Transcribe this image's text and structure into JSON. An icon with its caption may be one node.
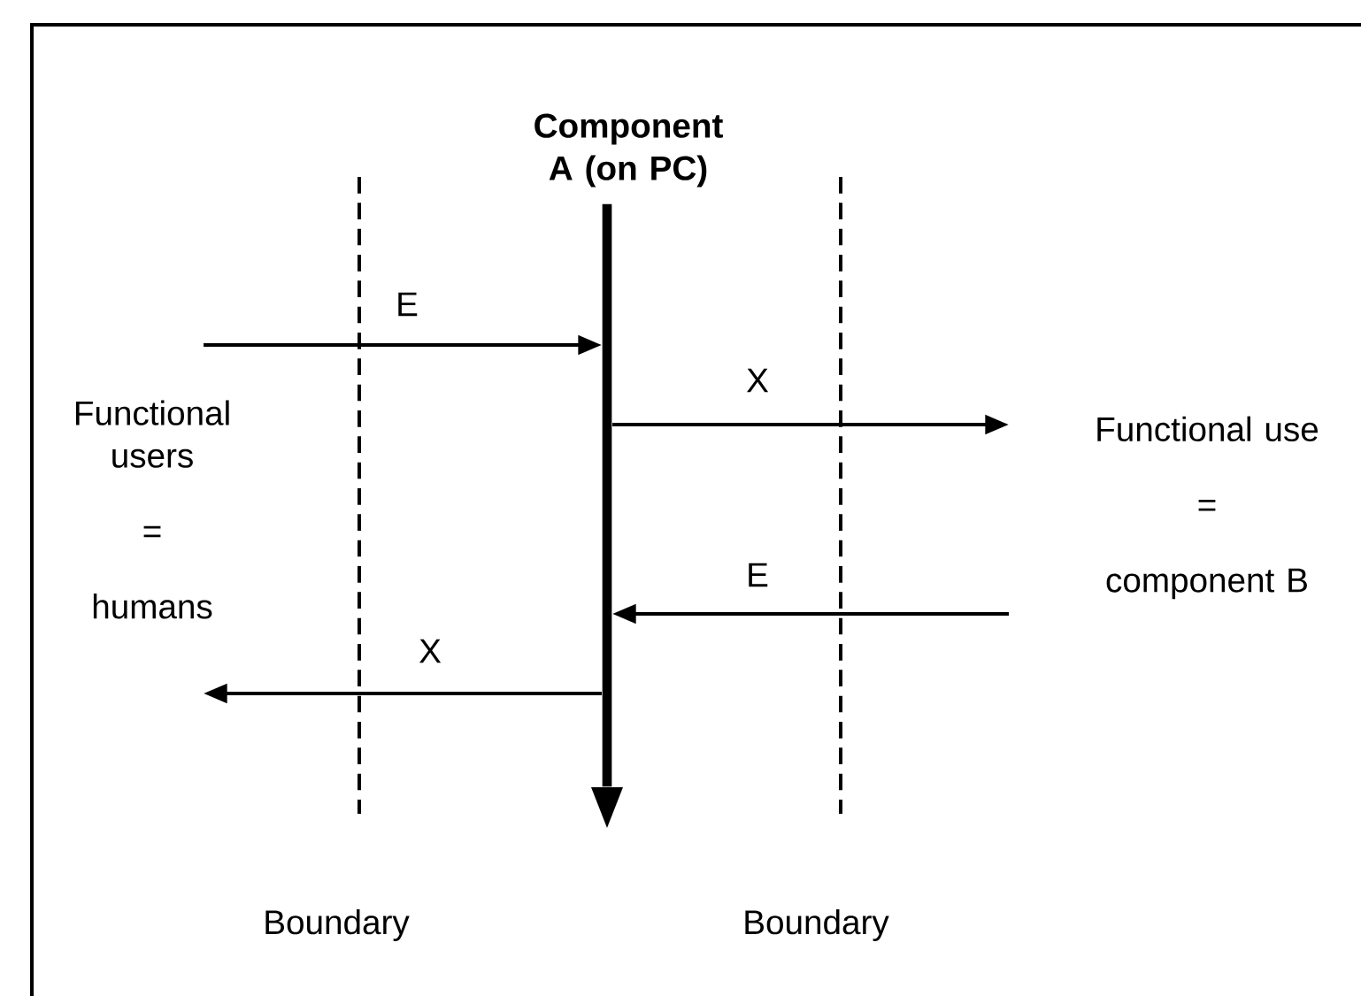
{
  "diagram": {
    "nodes": [
      {
        "text": [
          "Component A (on PC)"
        ]
      },
      {
        "text": [],
        "shape": "bar"
      },
      {
        "text": [
          "Functional users",
          "=",
          "humans"
        ]
      },
      {
        "text": [
          "Functional use",
          "=",
          "component B"
        ]
      }
    ],
    "edges": [
      {
        "from": 2,
        "to": 1,
        "arrow": "to",
        "label": "E"
      },
      {
        "from": 1,
        "to": 3,
        "arrow": "to",
        "label": "X"
      },
      {
        "from": 3,
        "to": 1,
        "arrow": "to",
        "label": "E"
      },
      {
        "from": 1,
        "to": 2,
        "arrow": "to",
        "label": "X"
      }
    ],
    "labels": [
      "Boundary",
      "Boundary"
    ]
  }
}
